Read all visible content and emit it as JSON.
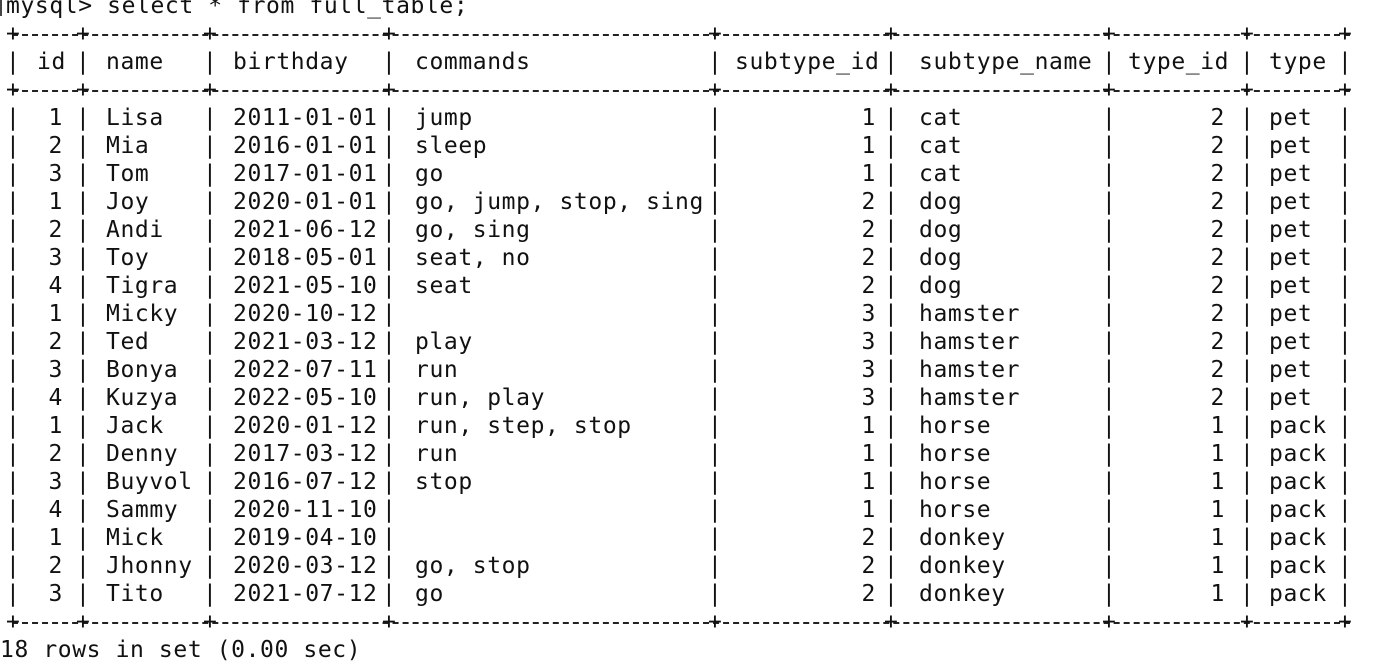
{
  "terminal": {
    "prompt": "mysql> select * from full_table;",
    "footer": "18 rows in set (0.00 sec)"
  },
  "table": {
    "headers": [
      "id",
      "name",
      "birthday",
      "commands",
      "subtype_id",
      "subtype_name",
      "type_id",
      "type"
    ],
    "rows": [
      [
        "1",
        "Lisa",
        "2011-01-01",
        "jump",
        "1",
        "cat",
        "2",
        "pet"
      ],
      [
        "2",
        "Mia",
        "2016-01-01",
        "sleep",
        "1",
        "cat",
        "2",
        "pet"
      ],
      [
        "3",
        "Tom",
        "2017-01-01",
        "go",
        "1",
        "cat",
        "2",
        "pet"
      ],
      [
        "1",
        "Joy",
        "2020-01-01",
        "go, jump, stop, sing",
        "2",
        "dog",
        "2",
        "pet"
      ],
      [
        "2",
        "Andi",
        "2021-06-12",
        "go, sing",
        "2",
        "dog",
        "2",
        "pet"
      ],
      [
        "3",
        "Toy",
        "2018-05-01",
        "seat, no",
        "2",
        "dog",
        "2",
        "pet"
      ],
      [
        "4",
        "Tigra",
        "2021-05-10",
        "seat",
        "2",
        "dog",
        "2",
        "pet"
      ],
      [
        "1",
        "Micky",
        "2020-10-12",
        "",
        "3",
        "hamster",
        "2",
        "pet"
      ],
      [
        "2",
        "Ted",
        "2021-03-12",
        "play",
        "3",
        "hamster",
        "2",
        "pet"
      ],
      [
        "3",
        "Bonya",
        "2022-07-11",
        "run",
        "3",
        "hamster",
        "2",
        "pet"
      ],
      [
        "4",
        "Kuzya",
        "2022-05-10",
        "run, play",
        "3",
        "hamster",
        "2",
        "pet"
      ],
      [
        "1",
        "Jack",
        "2020-01-12",
        "run, step, stop",
        "1",
        "horse",
        "1",
        "pack"
      ],
      [
        "2",
        "Denny",
        "2017-03-12",
        "run",
        "1",
        "horse",
        "1",
        "pack"
      ],
      [
        "3",
        "Buyvol",
        "2016-07-12",
        "stop",
        "1",
        "horse",
        "1",
        "pack"
      ],
      [
        "4",
        "Sammy",
        "2020-11-10",
        "",
        "1",
        "horse",
        "1",
        "pack"
      ],
      [
        "1",
        "Mick",
        "2019-04-10",
        "",
        "2",
        "donkey",
        "1",
        "pack"
      ],
      [
        "2",
        "Jhonny",
        "2020-03-12",
        "go, stop",
        "2",
        "donkey",
        "1",
        "pack"
      ],
      [
        "3",
        "Tito",
        "2021-07-12",
        "go",
        "2",
        "donkey",
        "1",
        "pack"
      ]
    ]
  }
}
